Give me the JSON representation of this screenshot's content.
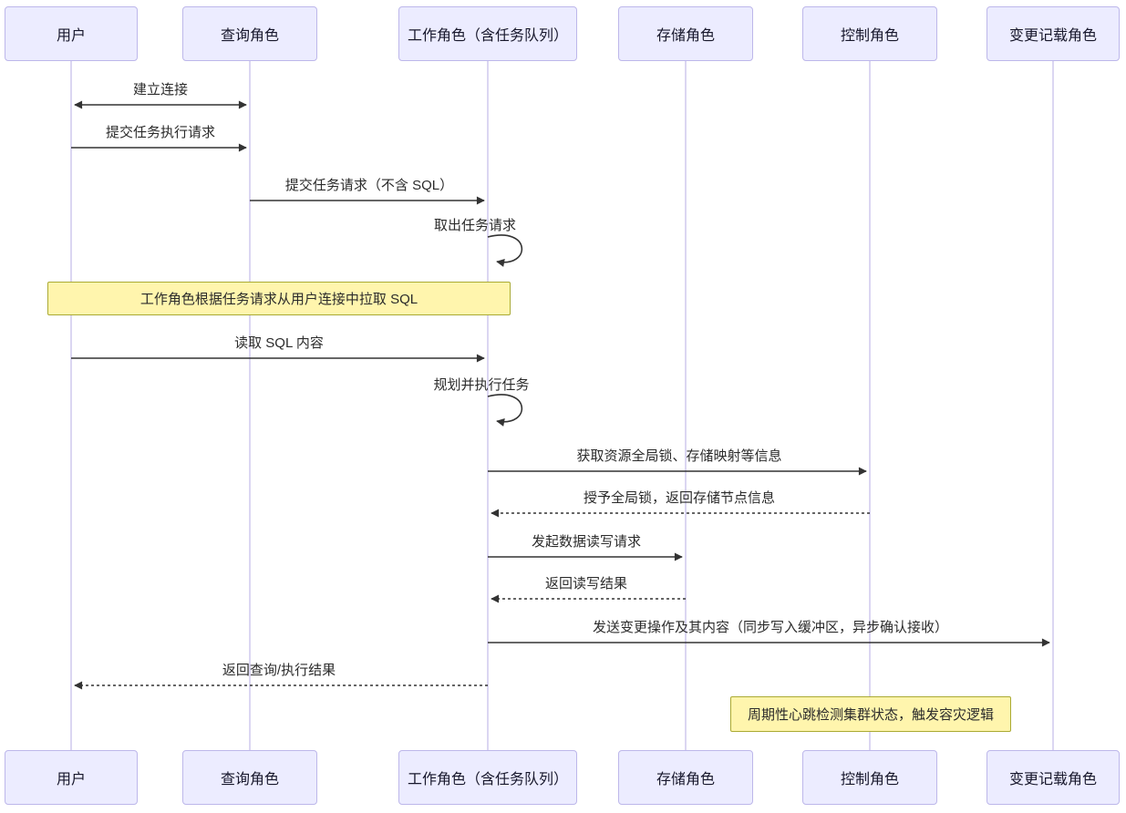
{
  "diagram": {
    "type": "sequence",
    "background": "#ffffff",
    "colors": {
      "actor_fill": "#ECECFF",
      "actor_border": "#bdb7ea",
      "lifeline": "#cfc8ee",
      "note_fill": "#fff5ad",
      "note_border": "#aaaa33",
      "message_line": "#333333",
      "text": "#2b2b2b"
    },
    "actors": [
      {
        "label": "用户"
      },
      {
        "label": "查询角色"
      },
      {
        "label": "工作角色（含任务队列）"
      },
      {
        "label": "存储角色"
      },
      {
        "label": "控制角色"
      },
      {
        "label": "变更记载角色"
      }
    ],
    "messages": [
      {
        "text": "建立连接",
        "from": "用户",
        "to": "查询角色",
        "line": "solid",
        "arrow": "both"
      },
      {
        "text": "提交任务执行请求",
        "from": "用户",
        "to": "查询角色",
        "line": "solid",
        "arrow": "forward"
      },
      {
        "text": "提交任务请求（不含 SQL）",
        "from": "查询角色",
        "to": "工作角色（含任务队列）",
        "line": "solid",
        "arrow": "forward"
      },
      {
        "text": "取出任务请求",
        "from": "工作角色（含任务队列）",
        "to": "工作角色（含任务队列）",
        "line": "solid",
        "arrow": "self"
      },
      {
        "text": "读取 SQL 内容",
        "from": "用户",
        "to": "工作角色（含任务队列）",
        "line": "solid",
        "arrow": "forward"
      },
      {
        "text": "规划并执行任务",
        "from": "工作角色（含任务队列）",
        "to": "工作角色（含任务队列）",
        "line": "solid",
        "arrow": "self"
      },
      {
        "text": "获取资源全局锁、存储映射等信息",
        "from": "工作角色（含任务队列）",
        "to": "控制角色",
        "line": "solid",
        "arrow": "forward"
      },
      {
        "text": "授予全局锁，返回存储节点信息",
        "from": "控制角色",
        "to": "工作角色（含任务队列）",
        "line": "dashed",
        "arrow": "forward"
      },
      {
        "text": "发起数据读写请求",
        "from": "工作角色（含任务队列）",
        "to": "存储角色",
        "line": "solid",
        "arrow": "forward"
      },
      {
        "text": "返回读写结果",
        "from": "存储角色",
        "to": "工作角色（含任务队列）",
        "line": "dashed",
        "arrow": "forward"
      },
      {
        "text": "发送变更操作及其内容（同步写入缓冲区，异步确认接收）",
        "from": "工作角色（含任务队列）",
        "to": "变更记载角色",
        "line": "solid",
        "arrow": "forward"
      },
      {
        "text": "返回查询/执行结果",
        "from": "工作角色（含任务队列）",
        "to": "用户",
        "line": "dashed",
        "arrow": "forward"
      }
    ],
    "notes": [
      {
        "text": "工作角色根据任务请求从用户连接中拉取 SQL",
        "over": [
          "用户",
          "工作角色（含任务队列）"
        ]
      },
      {
        "text": "周期性心跳检测集群状态，触发容灾逻辑",
        "over": [
          "控制角色"
        ]
      }
    ]
  }
}
